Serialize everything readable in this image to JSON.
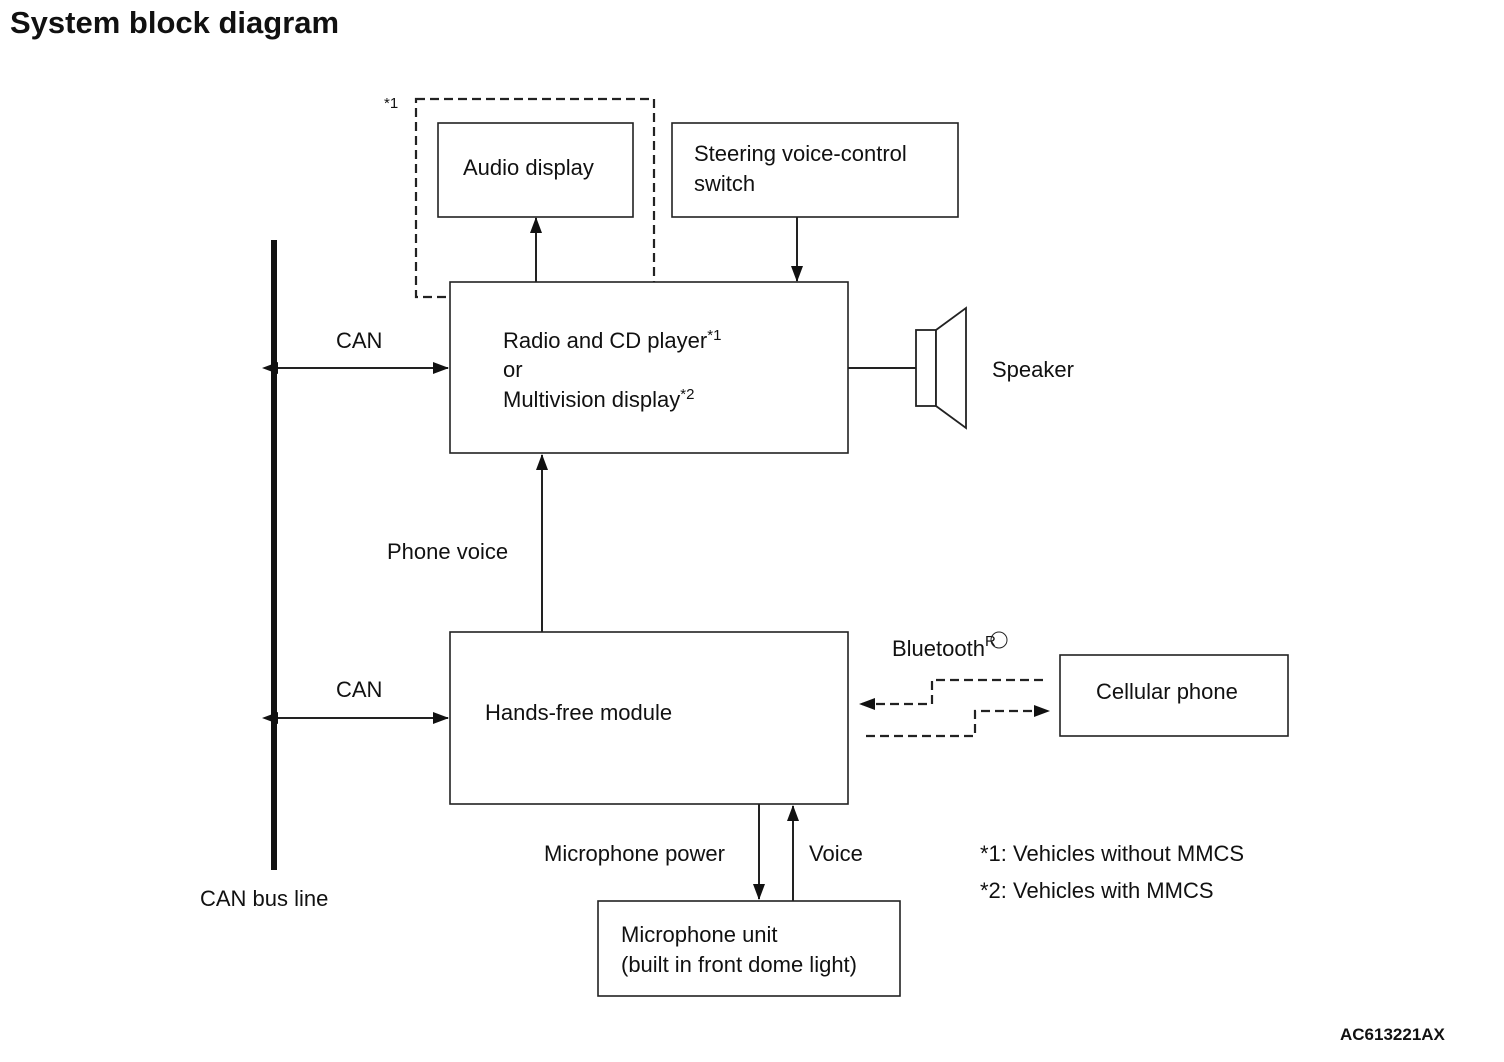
{
  "title": "System block diagram",
  "figure_code": "AC613221AX",
  "blocks": {
    "audio_display": "Audio display",
    "steering_switch": [
      "Steering voice-control",
      "switch"
    ],
    "radio_unit": {
      "line1": "Radio and CD player",
      "line1_mark": "*1",
      "line2": "or",
      "line3": "Multivision display",
      "line3_mark": "*2"
    },
    "speaker": "Speaker",
    "hands_free": "Hands-free module",
    "cellular_phone": "Cellular phone",
    "microphone_unit": [
      "Microphone unit",
      "(built in front dome light)"
    ]
  },
  "group_mark": "*1",
  "signals": {
    "can_top": "CAN",
    "can_bottom": "CAN",
    "phone_voice": "Phone voice",
    "bluetooth": "Bluetooth",
    "bluetooth_mark": "R",
    "mic_power": "Microphone power",
    "voice": "Voice"
  },
  "bus_label": "CAN bus line",
  "notes": [
    "*1: Vehicles without MMCS",
    "*2: Vehicles with MMCS"
  ]
}
